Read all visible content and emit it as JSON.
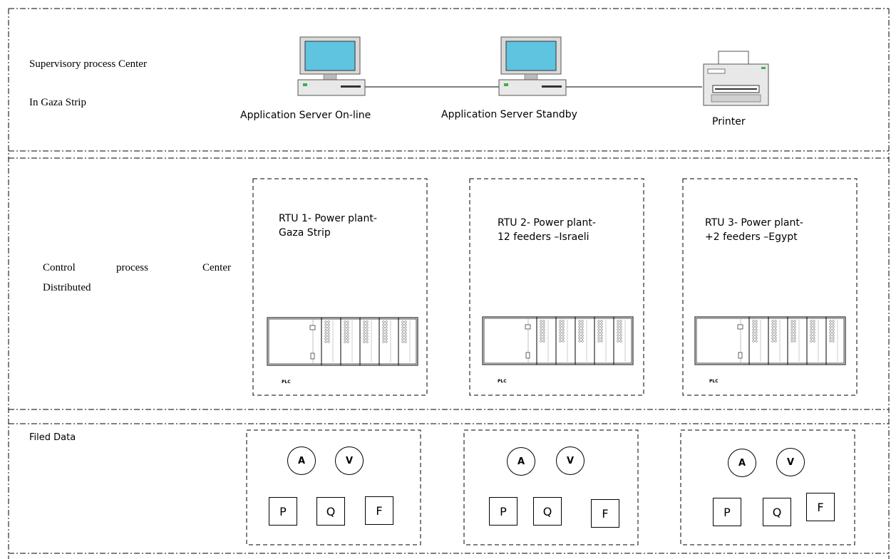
{
  "supervisory": {
    "title_line1": "Supervisory process Center",
    "title_line2": "In Gaza Strip",
    "devices": [
      {
        "label": "Application Server On-line",
        "icon": "computer-icon"
      },
      {
        "label": "Application Server Standby",
        "icon": "computer-icon"
      },
      {
        "label": "Printer",
        "icon": "printer-icon"
      }
    ]
  },
  "control": {
    "title_word1": "Control",
    "title_word2": "process",
    "title_word3": "Center",
    "title_line2": "Distributed",
    "rtus": [
      {
        "label": "RTU 1- Power plant-\nGaza Strip",
        "plc_label": "PLC"
      },
      {
        "label": "RTU 2- Power plant-\n12 feeders –Israeli",
        "plc_label": "PLC"
      },
      {
        "label": "RTU 3- Power plant-\n+2 feeders –Egypt",
        "plc_label": "PLC"
      }
    ]
  },
  "field": {
    "title": "Filed Data",
    "groups": [
      {
        "circles": [
          "A",
          "V"
        ],
        "boxes": [
          "P",
          "Q",
          "F"
        ]
      },
      {
        "circles": [
          "A",
          "V"
        ],
        "boxes": [
          "P",
          "Q",
          "F"
        ]
      },
      {
        "circles": [
          "A",
          "V"
        ],
        "boxes": [
          "P",
          "Q",
          "F"
        ]
      }
    ]
  },
  "colors": {
    "screen": "#5fc4e0",
    "device_body": "#e8e8e8",
    "led": "#3cb043",
    "line": "#000000"
  }
}
